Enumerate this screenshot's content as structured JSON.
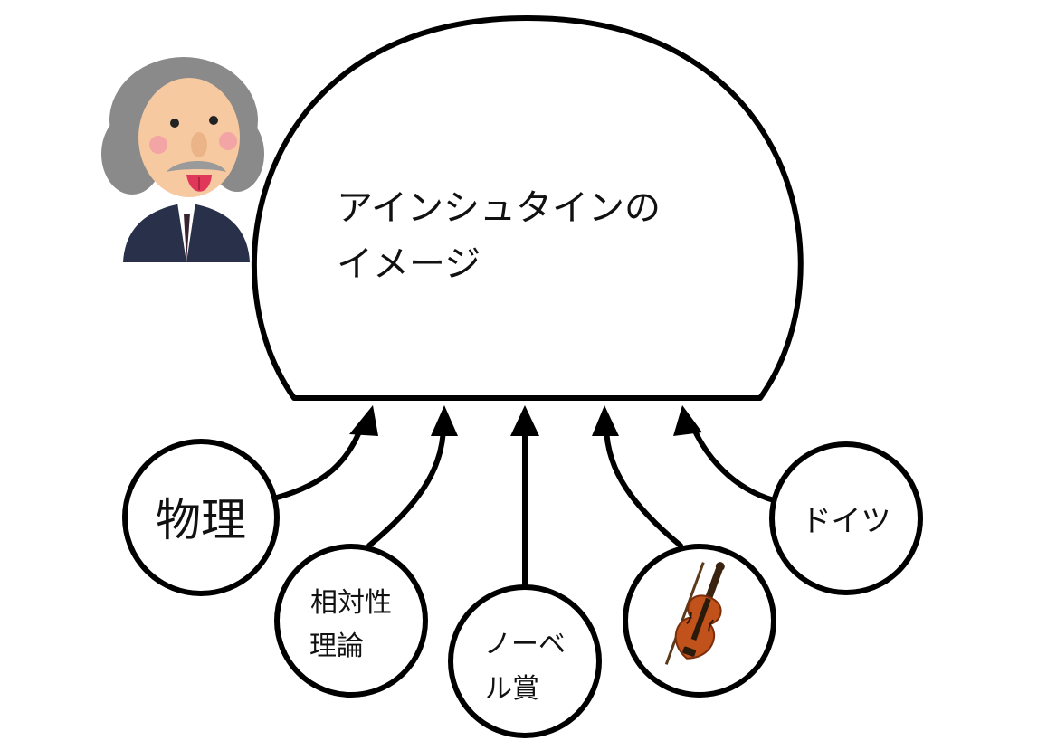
{
  "diagram": {
    "main_label_line1": "アインシュタインの",
    "main_label_line2": "イメージ",
    "nodes": [
      {
        "id": "physics",
        "lines": [
          "物理"
        ]
      },
      {
        "id": "relativity",
        "lines": [
          "相対性",
          "理論"
        ]
      },
      {
        "id": "nobel",
        "lines": [
          "ノーベ",
          "ル賞"
        ]
      },
      {
        "id": "violin",
        "lines": [],
        "icon": "violin-icon"
      },
      {
        "id": "germany",
        "lines": [
          "ドイツ"
        ]
      }
    ],
    "decoration": {
      "icon": "einstein-portrait-icon"
    },
    "colors": {
      "stroke": "#000000",
      "hair": "#8a8a8a",
      "suit": "#283149",
      "skin": "#f6c9a0",
      "tongue": "#e0365a",
      "violin": "#c2521c"
    }
  }
}
